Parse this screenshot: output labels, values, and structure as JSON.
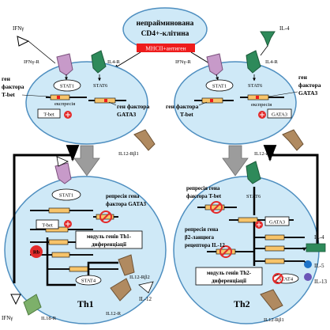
{
  "colors": {
    "cell_fill": "#cfe9f7",
    "cell_stroke": "#4f8fc0",
    "receptor_purple": "#c79ac9",
    "receptor_green": "#2e8a5a",
    "receptor_brown": "#b08a60",
    "mhc_red": "#ee1c1c",
    "gene_orange": "#f7c46a",
    "inhibit_red": "#e32b2b",
    "dna_black": "#111111",
    "arrow_gray": "#9c9c9c",
    "ifn_green": "#7db06a"
  },
  "texts": {
    "naive_1": "непрайминована",
    "naive_2": "CD4+-клітина",
    "mhc": "MHCII+антиген",
    "ifng_top": "IFNγ",
    "il4_top": "IL-4",
    "ifngr_l": "IFNγ-R",
    "il4r_l": "IL4-R",
    "ifngr_r": "IFNγ-R",
    "il4r_r": "IL4-R",
    "gene_tbet_l_1": "ген",
    "gene_tbet_l_2": "фактора",
    "gene_tbet_l_3": "T-bet",
    "gene_gata3_l_1": "ген фактора",
    "gene_gata3_l_2": "GATA3",
    "gene_gata3_r_1": "ген",
    "gene_gata3_r_2": "фактора",
    "gene_gata3_r_3": "GATA3",
    "gene_tbet_r_1": "ген фактора",
    "gene_tbet_r_2": "T-bet",
    "expression_l": "експресія",
    "expression_r": "експресія",
    "stat1_l": "STAT1",
    "stat6_l": "STAT6",
    "stat1_r": "STAT1",
    "stat6_r": "STAT6",
    "tbet_l": "T-bet",
    "gata3_r": "GATA3",
    "il12rb1_l": "IL12-Rβ1",
    "il12rb1_r": "IL12-Rβ1",
    "stat1_th1": "STAT1",
    "tbet_th1": "T-bet",
    "repress_gata3_1": "репресія гена",
    "repress_gata3_2": "фактора GATA3",
    "th1_mod_1": "модуль генів Th1-",
    "th1_mod_2": "диференціації",
    "il12rb2": "IL12-Rβ2",
    "stat4": "STAT4",
    "il12": "IL-12",
    "il12r": "IL12-R",
    "il18r": "IL18-R",
    "ifng_bottom": "IFNγ",
    "rel_b": "Rb",
    "th1": "Th1",
    "stat6_th2": "STAT6",
    "repress_tbet_1": "репресія гена",
    "repress_tbet_2": "фактора T-bet",
    "gata3_th2": "GATA3",
    "repress_b2_1": "репресія гена",
    "repress_b2_2": "β2-ланцюга",
    "repress_b2_3": "рецептора IL-12",
    "th2_mod_1": "модуль генів Th2-",
    "th2_mod_2": "диференціації",
    "stat4_th2": "STAT4",
    "il4_out": "IL-4",
    "il5_out": "IL-5",
    "il13_out": "IL-13",
    "il12rb1_th2": "IL12-Rβ1",
    "th2": "Th2"
  }
}
